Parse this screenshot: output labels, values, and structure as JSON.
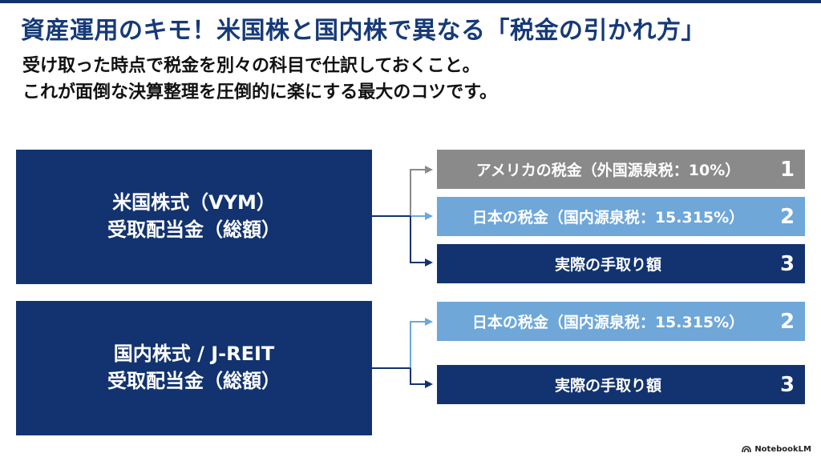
{
  "title": "資産運用のキモ！米国株と国内株で異なる「税金の引かれ方」",
  "subtitle": {
    "line1": "受け取った時点で税金を別々の科目で仕訳しておくこと。",
    "line2": "これが面倒な決算整理を圧倒的に楽にする最大のコツです。"
  },
  "groups": [
    {
      "source": {
        "line1": "米国株式（VYM）",
        "line2": "受取配当金（総額）"
      },
      "items": [
        {
          "label": "アメリカの税金（外国源泉税：10%）",
          "number": "1",
          "color": "#8a8a8a"
        },
        {
          "label": "日本の税金（国内源泉税：15.315%）",
          "number": "2",
          "color": "#6ea7d8"
        },
        {
          "label": "実際の手取り額",
          "number": "3",
          "color": "#12336f"
        }
      ]
    },
    {
      "source": {
        "line1": "国内株式 / J-REIT",
        "line2": "受取配当金（総額）"
      },
      "items": [
        {
          "label": "日本の税金（国内源泉税：15.315%）",
          "number": "2",
          "color": "#6ea7d8"
        },
        {
          "label": "実際の手取り額",
          "number": "3",
          "color": "#12336f"
        }
      ]
    }
  ],
  "brand": {
    "name": "NotebookLM",
    "icon": "notebooklm-logo-icon"
  },
  "colors": {
    "navy": "#12336f",
    "title": "#163a78",
    "gray": "#8a8a8a",
    "light_blue": "#6ea7d8"
  }
}
